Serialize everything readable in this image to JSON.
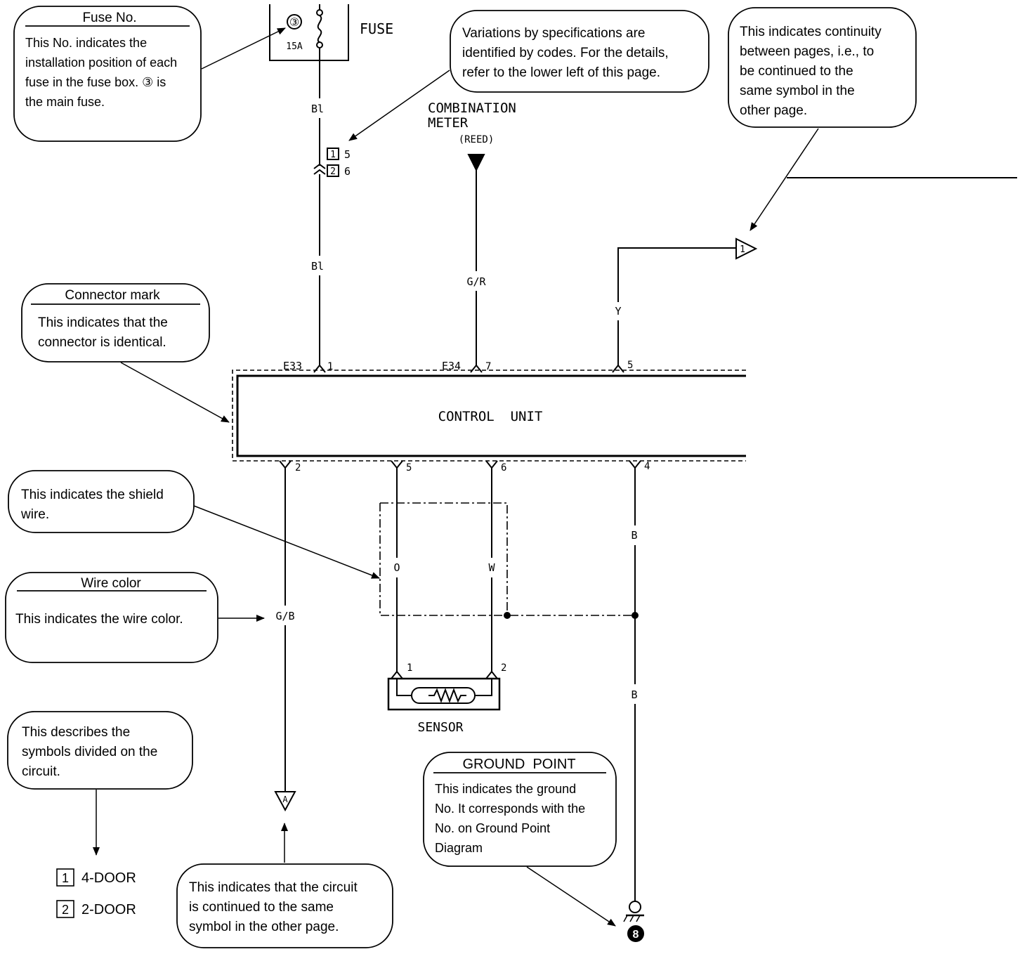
{
  "callouts": {
    "fuse_no": {
      "title": "Fuse No.",
      "lines": [
        "This No. indicates the",
        "installation position of each",
        "fuse in the fuse box. ③ is",
        "the main fuse."
      ]
    },
    "variations": {
      "lines": [
        "Variations by specifications are",
        "identified by codes. For the details,",
        "refer to the lower left of this page."
      ]
    },
    "continuity": {
      "lines": [
        "This indicates continuity",
        "between pages, i.e., to",
        "be continued to the",
        "same symbol in the",
        "other page."
      ]
    },
    "connector_mark": {
      "title": "Connector mark",
      "lines": [
        "This indicates that the",
        "connector is identical."
      ]
    },
    "shield_wire": {
      "lines": [
        "This indicates the shield",
        "wire."
      ]
    },
    "wire_color": {
      "title": "Wire color",
      "lines": [
        "This indicates the wire color."
      ]
    },
    "symbols_divided": {
      "lines": [
        "This describes the",
        "symbols divided on the",
        "circuit."
      ]
    },
    "circuit_continued": {
      "lines": [
        "This indicates that the circuit",
        "is continued to the same",
        "symbol in the other page."
      ]
    },
    "ground_point": {
      "title": "GROUND  POINT",
      "lines": [
        "This indicates the ground",
        "No. It corresponds with the",
        "No. on Ground Point",
        "Diagram"
      ]
    }
  },
  "legend": [
    {
      "code": "1",
      "label": "4-DOOR"
    },
    {
      "code": "2",
      "label": "2-DOOR"
    }
  ],
  "fuse": {
    "label": "FUSE",
    "number": "③",
    "rating": "15A"
  },
  "combination_meter": {
    "line1": "COMBINATION",
    "line2": "METER",
    "sub": "(REED)"
  },
  "control_unit": {
    "label": "CONTROL  UNIT",
    "connector_e33": "E33",
    "connector_e34": "E34"
  },
  "pins": {
    "top": [
      "1",
      "7",
      "5"
    ],
    "bottom": [
      "2",
      "5",
      "6",
      "4"
    ],
    "variant_pins": [
      "5",
      "6"
    ],
    "variant_codes": [
      "1",
      "2"
    ],
    "sensor": [
      "1",
      "2"
    ]
  },
  "wires": {
    "fuse_upper": "Bl",
    "fuse_lower": "Bl",
    "meter": "G/R",
    "continuity": "Y",
    "left_bottom": "G/B",
    "shield_left": "O",
    "shield_right": "W",
    "ground_upper": "B",
    "ground_lower": "B"
  },
  "sensor": {
    "label": "SENSOR"
  },
  "page_connectors": {
    "continuity_symbol": "1",
    "circuit_symbol": "A"
  },
  "ground": {
    "number": "8"
  }
}
